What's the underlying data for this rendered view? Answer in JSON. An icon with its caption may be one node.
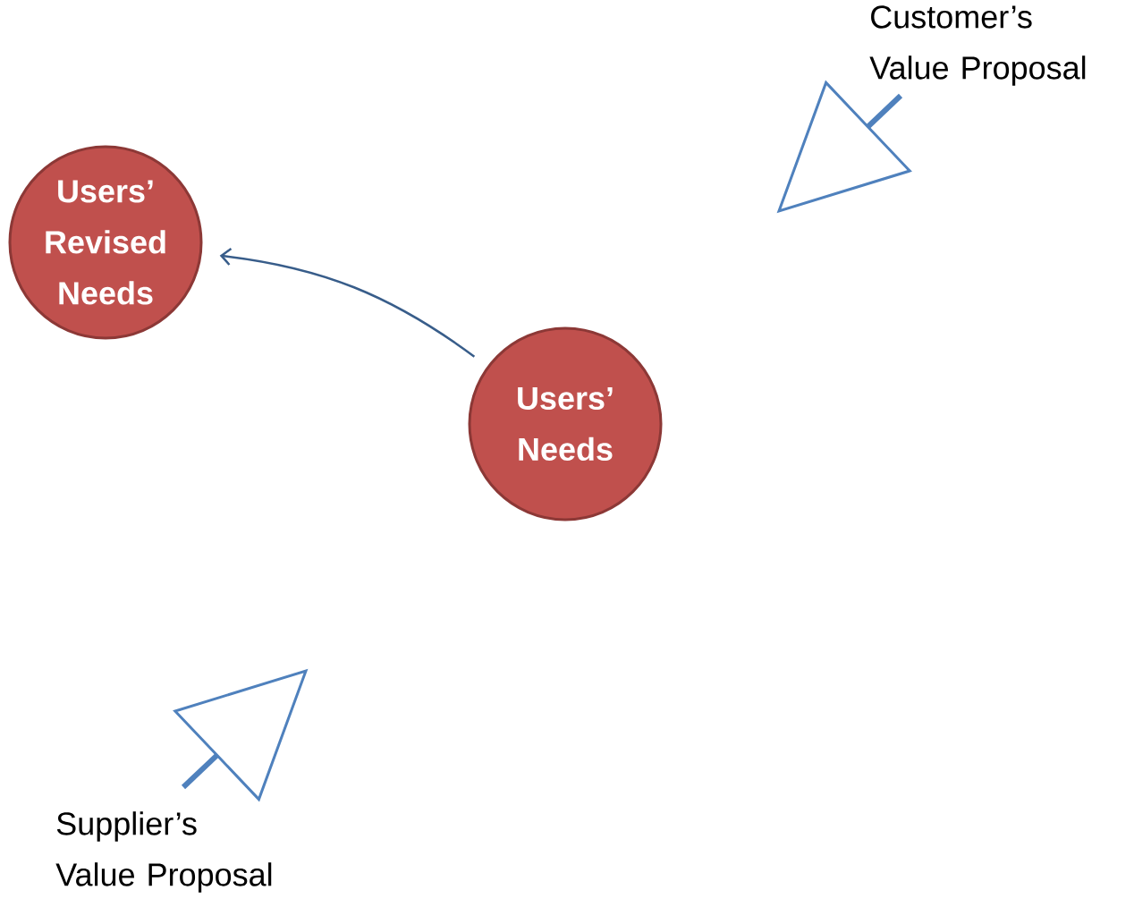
{
  "diagram": {
    "nodes": [
      {
        "text": [
          "Users’ Revised Needs"
        ]
      },
      {
        "text": [
          "Users’ Needs"
        ]
      }
    ],
    "edges": [
      {
        "from": 1,
        "to": 0,
        "arrow": "to"
      }
    ],
    "labels": [
      "Customer’s Value Proposal",
      "Supplier’s Value Proposal"
    ]
  }
}
